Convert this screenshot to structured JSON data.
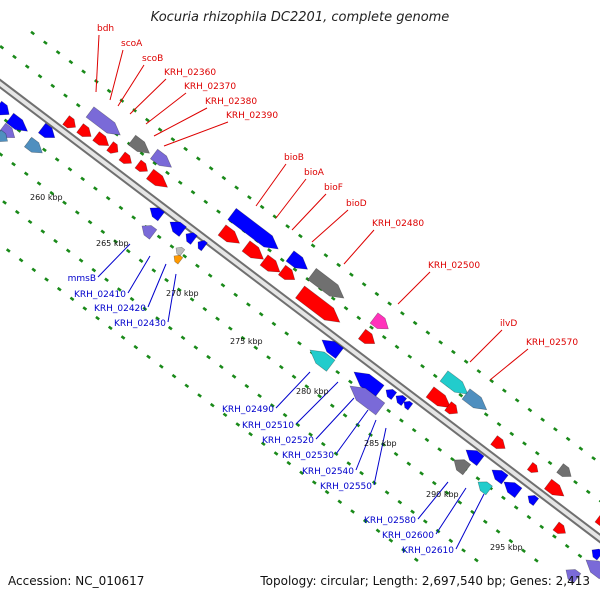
{
  "title": "Kocuria rhizophila DC2201, complete genome",
  "footer": {
    "accession": "Accession: NC_010617",
    "summary": "Topology: circular; Length: 2,697,540 bp; Genes: 2,413"
  },
  "colors": {
    "backbone": "#8a8a8a",
    "tick": "#1a8a1a",
    "forward_label": "#dd0000",
    "reverse_label": "#0000cc",
    "red": "#ff0000",
    "blue": "#0000ff",
    "purple": "#7a6ad8",
    "gray": "#707070",
    "magenta": "#ff33bb",
    "cyan": "#22cccc",
    "steel": "#4f8fbf",
    "orange": "#ff9900",
    "lightgray": "#bbbbbb"
  },
  "scale_labels": [
    "260 kbp",
    "265 kbp",
    "270 kbp",
    "275 kbp",
    "280 kbp",
    "285 kbp",
    "290 kbp",
    "295 kbp"
  ],
  "forward_genes": [
    "bdh",
    "scoA",
    "scoB",
    "KRH_02360",
    "KRH_02370",
    "KRH_02380",
    "KRH_02390",
    "bioB",
    "bioA",
    "bioF",
    "bioD",
    "KRH_02480",
    "KRH_02500",
    "ilvD",
    "KRH_02570"
  ],
  "reverse_genes": [
    "mmsB",
    "KRH_02410",
    "KRH_02420",
    "KRH_02430",
    "KRH_02490",
    "KRH_02510",
    "KRH_02520",
    "KRH_02530",
    "KRH_02540",
    "KRH_02550",
    "KRH_02580",
    "KRH_02600",
    "KRH_02610"
  ]
}
